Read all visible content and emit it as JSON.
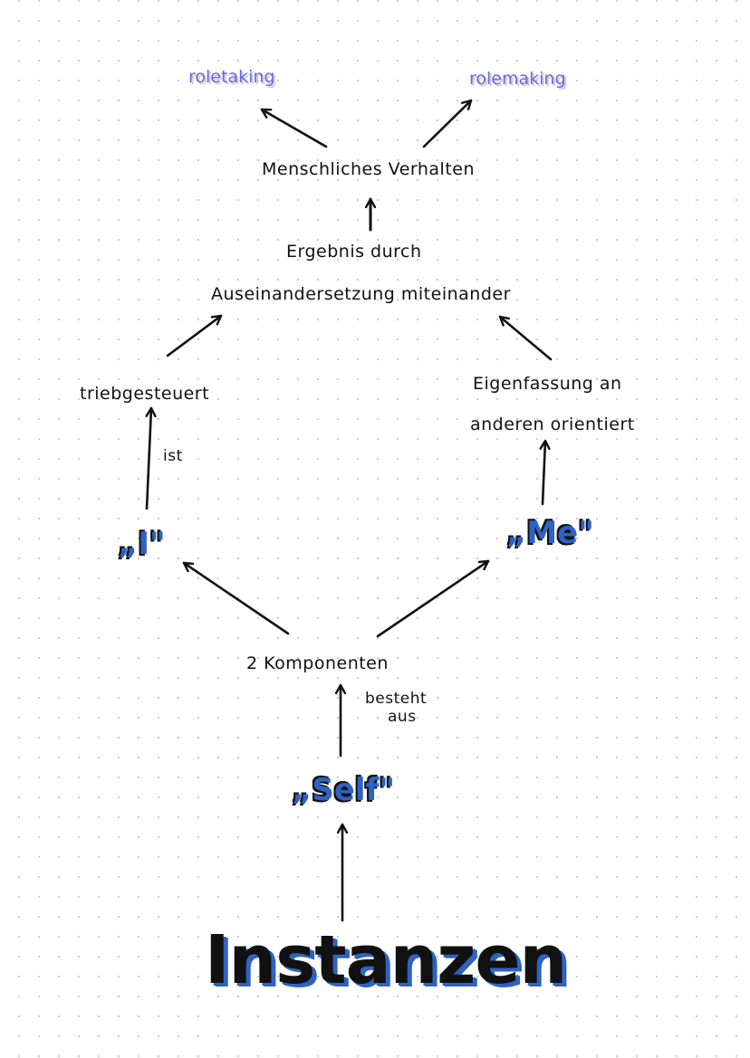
{
  "nodes": {
    "roletaking": "roletaking",
    "rolemaking": "rolemaking",
    "behavior": "Menschliches  Verhalten",
    "result_line1": "Ergebnis durch",
    "result_line2": "Auseinandersetzung  miteinander",
    "drive": "triebgesteuert",
    "self_concept_line1": "Eigenfassung an",
    "self_concept_line2": "anderen  orientiert",
    "i": "„I\"",
    "me": "„Me\"",
    "components": "2 Komponenten",
    "self": "„Self\"",
    "instances": "Instanzen"
  },
  "edge_labels": {
    "ist": "ist",
    "besteht_line1": "besteht",
    "besteht_line2": "aus"
  },
  "colors": {
    "ink": "#111111",
    "accent_blue": "#2d63c4",
    "purple": "#6a6ad0",
    "purple_shadow": "#c9c6f2"
  }
}
